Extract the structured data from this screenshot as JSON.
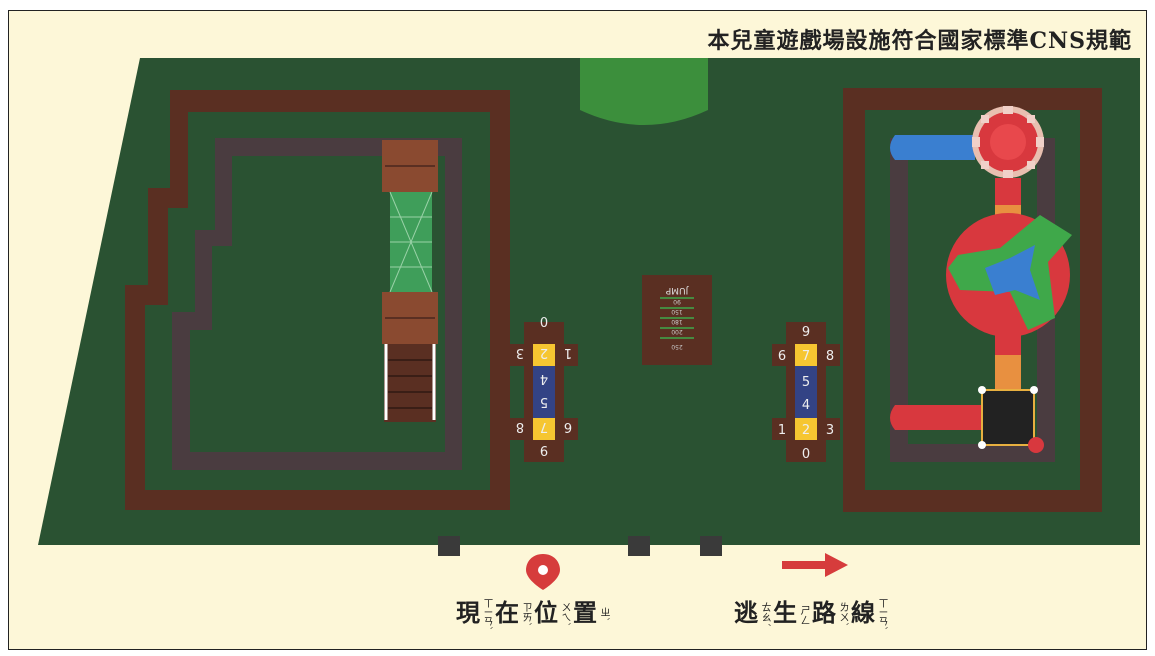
{
  "title": "本兒童遊戲場設施符合國家標準CNS規範",
  "legend": {
    "current_location": {
      "chars": [
        "現",
        "在",
        "位",
        "置"
      ],
      "zhuyin": [
        "ㄒㄧㄢˋ",
        "ㄗㄞˋ",
        "ㄨㄟˋ",
        "ㄓˋ"
      ]
    },
    "escape_route": {
      "chars": [
        "逃",
        "生",
        "路",
        "線"
      ],
      "zhuyin": [
        "ㄊㄠˊ",
        "ㄕㄥ",
        "ㄌㄨˋ",
        "ㄒㄧㄢˋ"
      ]
    }
  },
  "hopscotch_left": {
    "cells": [
      "0",
      "1",
      "2",
      "3",
      "4",
      "5",
      "6",
      "7",
      "8",
      "9"
    ]
  },
  "hopscotch_right": {
    "cells": [
      "0",
      "1",
      "2",
      "3",
      "4",
      "5",
      "6",
      "7",
      "8",
      "9"
    ]
  },
  "jump_panel": {
    "label": "JUMP",
    "marks": [
      "90",
      "150",
      "180",
      "200",
      "250"
    ]
  },
  "colors": {
    "grass": "#2a5232",
    "path_brown": "#5a2f22",
    "path_gray": "#4a3c40",
    "accent_red": "#d8383e",
    "legend_arrow": "#d63c3c",
    "hop_yellow": "#f6c631",
    "hop_blue": "#334385",
    "slide_blue": "#3a7fd0",
    "slide_green": "#3fa84a"
  }
}
